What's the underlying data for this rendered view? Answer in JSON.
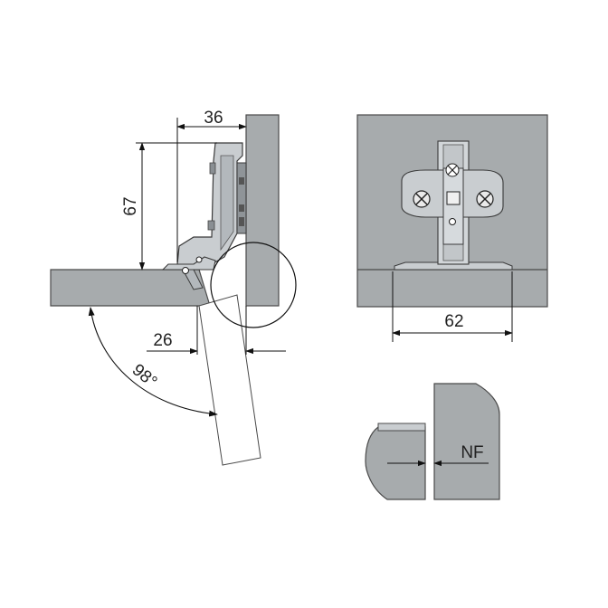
{
  "colors": {
    "panel_fill": "#a7abad",
    "panel_stroke": "#4a4a4a",
    "hinge_fill": "#c9cdd0",
    "hinge_dark": "#7a7f84",
    "line": "#111111",
    "background": "#ffffff"
  },
  "side_view": {
    "dim_depth": "36",
    "dim_height": "67",
    "dim_overlay": "26",
    "opening_angle": "98°"
  },
  "front_view": {
    "dim_width": "62"
  },
  "detail_view": {
    "label": "NF"
  }
}
